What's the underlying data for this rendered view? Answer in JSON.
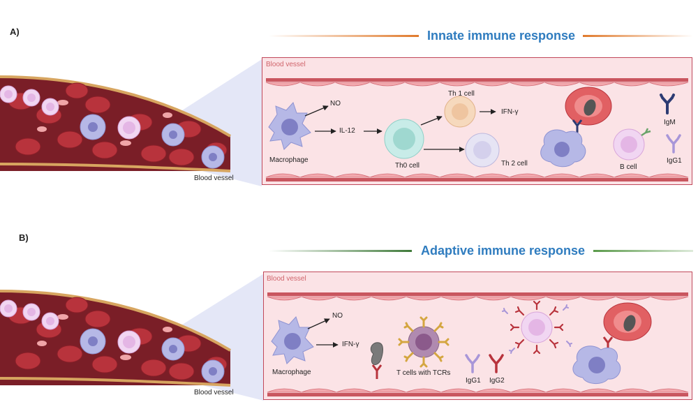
{
  "panels": [
    {
      "id": "A",
      "label": "A)",
      "title": "Innate immune response",
      "title_color": "#2f7cbf",
      "rule_color": "#e07a2c",
      "vessel_label": "Blood vessel",
      "side_label": "Blood vessel",
      "labels": {
        "no": "NO",
        "il12": "IL-12",
        "macrophage": "Macrophage",
        "th0": "Th0 cell",
        "th1": "Th 1 cell",
        "th2": "Th 2 cell",
        "ifn": "IFN-γ",
        "bcell": "B cell",
        "igm": "IgM",
        "igg1": "IgG1"
      }
    },
    {
      "id": "B",
      "label": "B)",
      "title": "Adaptive immune response",
      "title_color": "#2f7cbf",
      "rule_color": "#5a9a4a",
      "vessel_label": "Blood vessel",
      "side_label": "Blood vessel",
      "labels": {
        "no": "NO",
        "ifn": "IFN-γ",
        "macrophage": "Macrophage",
        "tcells": "T cells with TCRs",
        "igg1": "IgG1",
        "igg2": "IgG2"
      }
    }
  ],
  "colors": {
    "panel_fill": "#fbe3e6",
    "panel_border": "#c0485a",
    "vessel_wall": "#c9565f",
    "rbc": "#b8333c",
    "macrophage": "#b6b8e6",
    "nucleus": "#7f7fc4",
    "th0": "#c8ece8",
    "th1": "#f6d9bd",
    "th2": "#e6e4f4",
    "bcell": "#f1d6f2",
    "igm": "#2d3b73",
    "igg1": "#a896d8",
    "igg2": "#b8333c"
  }
}
